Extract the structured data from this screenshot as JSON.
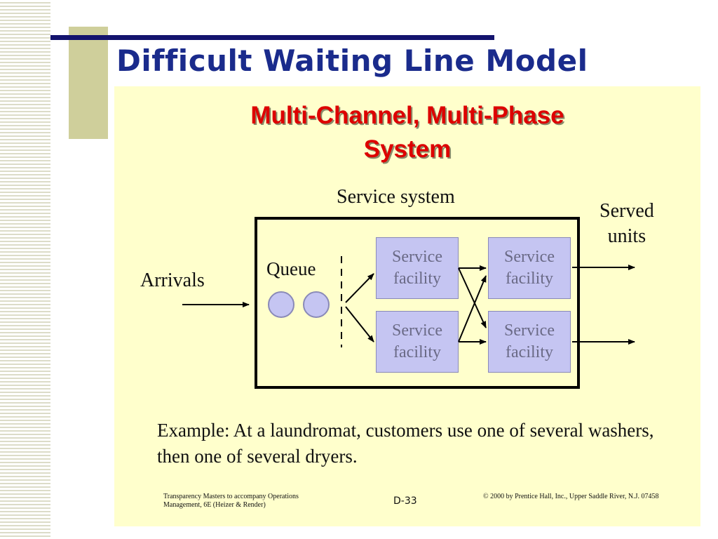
{
  "slide": {
    "title": "Difficult Waiting Line Model"
  },
  "diagram": {
    "heading_line1": "Multi-Channel, Multi-Phase",
    "heading_line2": "System",
    "service_system_label": "Service system",
    "arrivals_label": "Arrivals",
    "queue_label": "Queue",
    "served_units_label": "Served units",
    "facilities": [
      {
        "label": "Service facility"
      },
      {
        "label": "Service facility"
      },
      {
        "label": "Service facility"
      },
      {
        "label": "Service facility"
      }
    ],
    "example_text": "Example: At a laundromat, customers use one of several washers, then one of several dryers."
  },
  "footer": {
    "left": "Transparency Masters to accompany Operations Management, 6E (Heizer & Render)",
    "center": "D-33",
    "right": "© 2000 by Prentice Hall, Inc., Upper Saddle River, N.J. 07458"
  },
  "colors": {
    "title": "#1a2b8c",
    "heading": "#dd0000",
    "panel_background": "#ffffcc",
    "facility_fill": "#c5c5f2"
  }
}
